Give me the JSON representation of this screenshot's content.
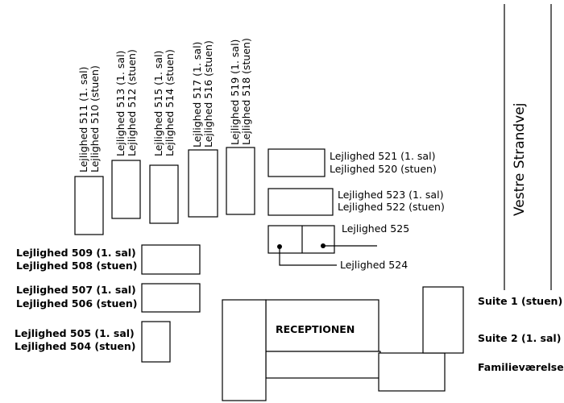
{
  "road": {
    "name": "Vestre Strandvej"
  },
  "vertical_labels": {
    "b511": [
      "Lejlighed 511 (1. sal)",
      "Lejlighed 510 (stuen)"
    ],
    "b513": [
      "Lejlighed 513 (1. sal)",
      "Lejlighed 512 (stuen)"
    ],
    "b515": [
      "Lejlighed 515 (1. sal)",
      "Lejlighed 514 (stuen)"
    ],
    "b517": [
      "Lejlighed 517 (1. sal)",
      "Lejlighed 516 (stuen)"
    ],
    "b519": [
      "Lejlighed 519 (1. sal)",
      "Lejlighed 518 (stuen)"
    ]
  },
  "right_labels": {
    "b521": [
      "Lejlighed 521 (1. sal)",
      "Lejlighed 520 (stuen)"
    ],
    "b523": [
      "Lejlighed 523 (1. sal)",
      "Lejlighed 522 (stuen)"
    ],
    "b525": "Lejlighed 525",
    "b524": "Lejlighed 524"
  },
  "left_labels": {
    "b509": [
      "Lejlighed 509 (1. sal)",
      "Lejlighed 508 (stuen)"
    ],
    "b507": [
      "Lejlighed 507 (1. sal)",
      "Lejlighed 506 (stuen)"
    ],
    "b505": [
      "Lejlighed 505 (1. sal)",
      "Lejlighed 504 (stuen)"
    ]
  },
  "reception": {
    "label": "RECEPTIONEN"
  },
  "suites": {
    "suite1": "Suite 1 (stuen)",
    "suite2": "Suite 2 (1. sal)",
    "family": "Familieværelse"
  }
}
